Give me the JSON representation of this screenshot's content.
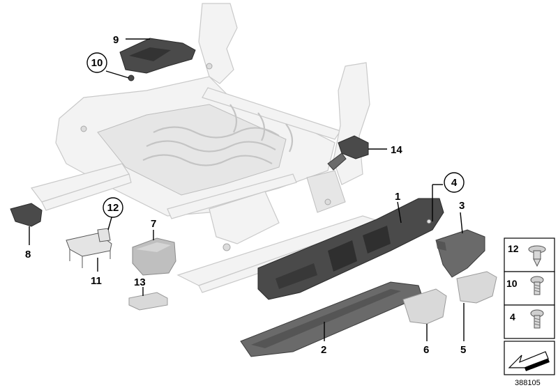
{
  "callouts": {
    "c1": "1",
    "c2": "2",
    "c3": "3",
    "c4": "4",
    "c5": "5",
    "c6": "6",
    "c7": "7",
    "c8": "8",
    "c9": "9",
    "c10": "10",
    "c11": "11",
    "c12": "12",
    "c13": "13",
    "c14": "14"
  },
  "legend": {
    "item_12": "12",
    "item_10": "10",
    "item_4": "4"
  },
  "reference_number": "388105"
}
